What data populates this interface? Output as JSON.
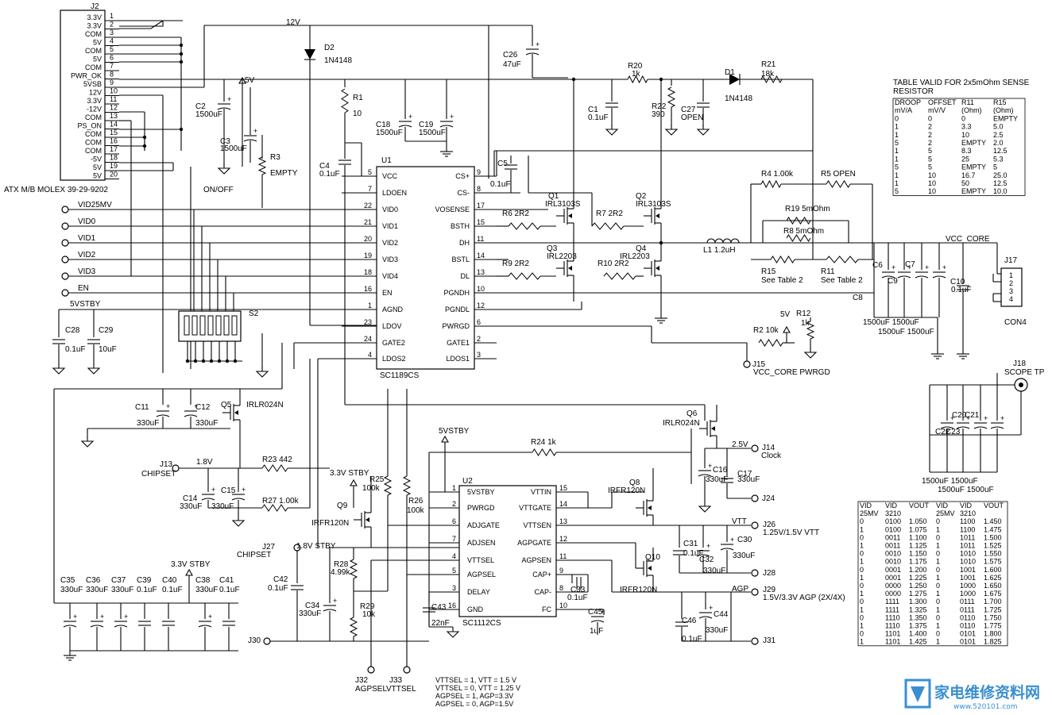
{
  "connector_j2": {
    "ref": "J2",
    "caption": "ATX M/B MOLEX 39-29-9202",
    "pins": [
      {
        "n": "1",
        "label": "3.3V"
      },
      {
        "n": "2",
        "label": "3.3V"
      },
      {
        "n": "3",
        "label": "COM"
      },
      {
        "n": "4",
        "label": "5V"
      },
      {
        "n": "5",
        "label": "COM"
      },
      {
        "n": "6",
        "label": "5V"
      },
      {
        "n": "7",
        "label": "COM"
      },
      {
        "n": "8",
        "label": "PWR_OK"
      },
      {
        "n": "9",
        "label": "5VSB"
      },
      {
        "n": "10",
        "label": "12V"
      },
      {
        "n": "11",
        "label": "3.3V"
      },
      {
        "n": "12",
        "label": "-12V"
      },
      {
        "n": "13",
        "label": "COM"
      },
      {
        "n": "14",
        "label": "PS_ON"
      },
      {
        "n": "15",
        "label": "COM"
      },
      {
        "n": "16",
        "label": "COM"
      },
      {
        "n": "17",
        "label": "COM"
      },
      {
        "n": "18",
        "label": "-5V"
      },
      {
        "n": "19",
        "label": "5V"
      },
      {
        "n": "20",
        "label": "5V"
      }
    ]
  },
  "u1": {
    "ref": "U1",
    "part": "SC1189CS",
    "left_pins": [
      {
        "n": "5",
        "label": "VCC"
      },
      {
        "n": "7",
        "label": "LDOEN"
      },
      {
        "n": "22",
        "label": "VID0"
      },
      {
        "n": "21",
        "label": "VID1"
      },
      {
        "n": "20",
        "label": "VID2"
      },
      {
        "n": "19",
        "label": "VID3"
      },
      {
        "n": "18",
        "label": "VID4"
      },
      {
        "n": "16",
        "label": "EN"
      },
      {
        "n": "1",
        "label": "AGND"
      },
      {
        "n": "23",
        "label": "LDOV"
      },
      {
        "n": "24",
        "label": "GATE2"
      },
      {
        "n": "4",
        "label": "LDOS2"
      }
    ],
    "right_pins": [
      {
        "n": "9",
        "label": "CS+"
      },
      {
        "n": "8",
        "label": "CS-"
      },
      {
        "n": "17",
        "label": "VOSENSE"
      },
      {
        "n": "15",
        "label": "BSTH"
      },
      {
        "n": "11",
        "label": "DH"
      },
      {
        "n": "14",
        "label": "BSTL"
      },
      {
        "n": "13",
        "label": "DL"
      },
      {
        "n": "10",
        "label": "PGNDH"
      },
      {
        "n": "12",
        "label": "PGNDL"
      },
      {
        "n": "6",
        "label": "PWRGD"
      },
      {
        "n": "2",
        "label": "GATE1"
      },
      {
        "n": "3",
        "label": "LDOS1"
      }
    ]
  },
  "u2": {
    "ref": "U2",
    "part": "SC1112CS",
    "left_pins": [
      {
        "n": "1",
        "label": "5VSTBY"
      },
      {
        "n": "2",
        "label": "PWRGD"
      },
      {
        "n": "6",
        "label": "ADJGATE"
      },
      {
        "n": "7",
        "label": "ADJSEN"
      },
      {
        "n": "4",
        "label": "VTTSEL"
      },
      {
        "n": "5",
        "label": "AGPSEL"
      },
      {
        "n": "3",
        "label": "DELAY"
      },
      {
        "n": "16",
        "label": "GND"
      }
    ],
    "right_pins": [
      {
        "n": "15",
        "label": "VTTIN"
      },
      {
        "n": "14",
        "label": "VTTGATE"
      },
      {
        "n": "13",
        "label": "VTTSEN"
      },
      {
        "n": "12",
        "label": "AGPGATE"
      },
      {
        "n": "11",
        "label": "AGPSEN"
      },
      {
        "n": "9",
        "label": "CAP+"
      },
      {
        "n": "8",
        "label": "CAP-"
      },
      {
        "n": "10",
        "label": "FC"
      }
    ]
  },
  "nets": {
    "v12": "12V",
    "v5": "5V",
    "v5stby_left": "5VSTBY",
    "v5stby_u2": "5VSTBY",
    "v33stby_a": "3.3V STBY",
    "v33stby_b": "3.3V STBY",
    "v18stby": "1.8V STBY",
    "v18": "1.8V",
    "v25": "2.5V",
    "vtt": "VTT",
    "agp": "AGP",
    "vcc_core": "VCC_CORE",
    "v5_pwrgd": "5V",
    "onoff": "ON/OFF",
    "s2": "S2",
    "vid25mv": "VID25MV",
    "vid0": "VID0",
    "vid1": "VID1",
    "vid2": "VID2",
    "vid3": "VID3",
    "en": "EN"
  },
  "parts": [
    {
      "id": "d2_ref",
      "text": "D2"
    },
    {
      "id": "d2_val",
      "text": "1N4148"
    },
    {
      "id": "d1_ref",
      "text": "D1"
    },
    {
      "id": "d1_val",
      "text": "1N4148"
    },
    {
      "id": "c26_ref",
      "text": "C26"
    },
    {
      "id": "c26_val",
      "text": "47uF"
    },
    {
      "id": "r20_ref",
      "text": "R20"
    },
    {
      "id": "r20_val",
      "text": "1k"
    },
    {
      "id": "r21_ref",
      "text": "R21"
    },
    {
      "id": "r21_val",
      "text": "18k"
    },
    {
      "id": "r1_ref",
      "text": "R1"
    },
    {
      "id": "r1_val",
      "text": "10"
    },
    {
      "id": "c2_ref",
      "text": "C2"
    },
    {
      "id": "c2_val",
      "text": "1500uF"
    },
    {
      "id": "c3_ref",
      "text": "C3"
    },
    {
      "id": "c3_val",
      "text": "1500uF"
    },
    {
      "id": "r3_ref",
      "text": "R3"
    },
    {
      "id": "r3_val",
      "text": "EMPTY"
    },
    {
      "id": "c18_ref",
      "text": "C18"
    },
    {
      "id": "c18_val",
      "text": "1500uF"
    },
    {
      "id": "c19_ref",
      "text": "C19"
    },
    {
      "id": "c19_val",
      "text": "1500uF"
    },
    {
      "id": "c1_ref",
      "text": "C1"
    },
    {
      "id": "c1_val",
      "text": "0.1uF"
    },
    {
      "id": "r22_ref",
      "text": "R22"
    },
    {
      "id": "r22_val",
      "text": "390"
    },
    {
      "id": "c27_ref",
      "text": "C27"
    },
    {
      "id": "c27_val",
      "text": "OPEN"
    },
    {
      "id": "c4_ref",
      "text": "C4"
    },
    {
      "id": "c4_val",
      "text": "0.1uF"
    },
    {
      "id": "c5_ref",
      "text": "C5"
    },
    {
      "id": "c5_val",
      "text": "0.1uF"
    },
    {
      "id": "q1_ref",
      "text": "Q1"
    },
    {
      "id": "q1_val",
      "text": "IRL3103S"
    },
    {
      "id": "q2_ref",
      "text": "Q2"
    },
    {
      "id": "q2_val",
      "text": "IRL3103S"
    },
    {
      "id": "q3_ref",
      "text": "Q3"
    },
    {
      "id": "q3_val",
      "text": "IRL2203"
    },
    {
      "id": "q4_ref",
      "text": "Q4"
    },
    {
      "id": "q4_val",
      "text": "IRL2203"
    },
    {
      "id": "r6",
      "text": "R6  2R2"
    },
    {
      "id": "r7",
      "text": "R7  2R2"
    },
    {
      "id": "r9",
      "text": "R9  2R2"
    },
    {
      "id": "r10",
      "text": "R10 2R2"
    },
    {
      "id": "r4",
      "text": "R4  1.00k"
    },
    {
      "id": "r5",
      "text": "R5  OPEN"
    },
    {
      "id": "r19",
      "text": "R19 5mOhm"
    },
    {
      "id": "r8",
      "text": "R8   5mOhm"
    },
    {
      "id": "l1",
      "text": "L1   1.2uH"
    },
    {
      "id": "r15_ref",
      "text": "R15"
    },
    {
      "id": "r15_val",
      "text": "See Table 2"
    },
    {
      "id": "r11_ref",
      "text": "R11"
    },
    {
      "id": "r11_val",
      "text": "See Table 2"
    },
    {
      "id": "c6",
      "text": "C6"
    },
    {
      "id": "c7",
      "text": "C7"
    },
    {
      "id": "c8",
      "text": "C8"
    },
    {
      "id": "c9",
      "text": "C9"
    },
    {
      "id": "c10_ref",
      "text": "C10"
    },
    {
      "id": "c10_val",
      "text": "0.1uF"
    },
    {
      "id": "bank1",
      "text": "1500uF  1500uF"
    },
    {
      "id": "bank2",
      "text": "1500uF   1500uF"
    },
    {
      "id": "j17",
      "text": "J17"
    },
    {
      "id": "con4",
      "text": "CON4"
    },
    {
      "id": "r12_ref",
      "text": "R12"
    },
    {
      "id": "r12_val",
      "text": "1k"
    },
    {
      "id": "r2",
      "text": "R2    10k"
    },
    {
      "id": "j15",
      "text": "J15"
    },
    {
      "id": "j15_net",
      "text": "VCC_CORE PWRGD"
    },
    {
      "id": "j18",
      "text": "J18"
    },
    {
      "id": "j18_net",
      "text": "SCOPE TP"
    },
    {
      "id": "c20",
      "text": "C20"
    },
    {
      "id": "c21",
      "text": "C21"
    },
    {
      "id": "c22",
      "text": "C22"
    },
    {
      "id": "c23",
      "text": "C23"
    },
    {
      "id": "bank3",
      "text": "1500uF  1500uF"
    },
    {
      "id": "bank4",
      "text": "1500uF   1500uF"
    },
    {
      "id": "c28_ref",
      "text": "C28"
    },
    {
      "id": "c28_val",
      "text": "0.1uF"
    },
    {
      "id": "c29_ref",
      "text": "C29"
    },
    {
      "id": "c29_val",
      "text": "10uF"
    },
    {
      "id": "c11",
      "text": "C11"
    },
    {
      "id": "c11_val",
      "text": "330uF"
    },
    {
      "id": "c12",
      "text": "C12"
    },
    {
      "id": "c12_val",
      "text": "330uF"
    },
    {
      "id": "q5_ref",
      "text": "Q5"
    },
    {
      "id": "q5_val",
      "text": "IRLR024N"
    },
    {
      "id": "q6_ref",
      "text": "Q6"
    },
    {
      "id": "q6_val",
      "text": "IRLR024N"
    },
    {
      "id": "j13",
      "text": "J13"
    },
    {
      "id": "chipset1",
      "text": "CHIPSET"
    },
    {
      "id": "r23",
      "text": "R23   442"
    },
    {
      "id": "r27",
      "text": "R27    1.00k"
    },
    {
      "id": "c14",
      "text": "C14"
    },
    {
      "id": "c14_val",
      "text": "330uF"
    },
    {
      "id": "c15",
      "text": "C15"
    },
    {
      "id": "c15_val",
      "text": "330uF"
    },
    {
      "id": "r25_ref",
      "text": "R25"
    },
    {
      "id": "r25_val",
      "text": "100k"
    },
    {
      "id": "r26_ref",
      "text": "R26"
    },
    {
      "id": "r26_val",
      "text": "100k"
    },
    {
      "id": "q9_ref",
      "text": "Q9"
    },
    {
      "id": "q9_val",
      "text": "IRFR120N"
    },
    {
      "id": "r24",
      "text": "R24    1k"
    },
    {
      "id": "q8_ref",
      "text": "Q8"
    },
    {
      "id": "q8_val",
      "text": "IRFR120N"
    },
    {
      "id": "q10_ref",
      "text": "Q10"
    },
    {
      "id": "q10_val",
      "text": "IRFR120N"
    },
    {
      "id": "j14",
      "text": "J14"
    },
    {
      "id": "clock",
      "text": "Clock"
    },
    {
      "id": "c16",
      "text": "C16"
    },
    {
      "id": "c16_val",
      "text": "330uF"
    },
    {
      "id": "c17",
      "text": "C17"
    },
    {
      "id": "c17_val",
      "text": "330uF"
    },
    {
      "id": "j24",
      "text": "J24"
    },
    {
      "id": "j26",
      "text": "J26"
    },
    {
      "id": "j26_net",
      "text": "1.25V/1.5V VTT"
    },
    {
      "id": "c31",
      "text": "C31"
    },
    {
      "id": "c31_val",
      "text": "0.1uF"
    },
    {
      "id": "c30",
      "text": "C30"
    },
    {
      "id": "c30_val",
      "text": "330uF"
    },
    {
      "id": "c32",
      "text": "C32"
    },
    {
      "id": "c32_val",
      "text": "330uF"
    },
    {
      "id": "j28",
      "text": "J28"
    },
    {
      "id": "j29",
      "text": "J29"
    },
    {
      "id": "j29_net",
      "text": "1.5V/3.3V AGP (2X/4X)"
    },
    {
      "id": "c46",
      "text": "C46"
    },
    {
      "id": "c46_val",
      "text": "0.1uF"
    },
    {
      "id": "c44",
      "text": "C44"
    },
    {
      "id": "c44_val",
      "text": "330uF"
    },
    {
      "id": "j31",
      "text": "J31"
    },
    {
      "id": "j27",
      "text": "J27"
    },
    {
      "id": "chipset2",
      "text": "CHIPSET"
    },
    {
      "id": "r28_ref",
      "text": "R28"
    },
    {
      "id": "r28_val",
      "text": "4.99k"
    },
    {
      "id": "c42",
      "text": "C42"
    },
    {
      "id": "c42_val",
      "text": "0.1uF"
    },
    {
      "id": "c34",
      "text": "C34"
    },
    {
      "id": "c34_val",
      "text": "330uF"
    },
    {
      "id": "r29_ref",
      "text": "R29"
    },
    {
      "id": "r29_val",
      "text": "10k"
    },
    {
      "id": "c43",
      "text": "C43"
    },
    {
      "id": "c43_val",
      "text": "22nF"
    },
    {
      "id": "c33",
      "text": "C33"
    },
    {
      "id": "c33_val",
      "text": "0.1uF"
    },
    {
      "id": "c45",
      "text": "C45"
    },
    {
      "id": "c45_val",
      "text": "1uF"
    },
    {
      "id": "j30",
      "text": "J30"
    },
    {
      "id": "j32",
      "text": "J32"
    },
    {
      "id": "j32_net",
      "text": "AGPSEL"
    },
    {
      "id": "j33",
      "text": "J33"
    },
    {
      "id": "j33_net",
      "text": "VTTSEL"
    },
    {
      "id": "c35",
      "text": "C35"
    },
    {
      "id": "c36",
      "text": "C36"
    },
    {
      "id": "c37",
      "text": "C37"
    },
    {
      "id": "c39",
      "text": "C39"
    },
    {
      "id": "c40",
      "text": "C40"
    },
    {
      "id": "c38",
      "text": "C38"
    },
    {
      "id": "c41",
      "text": "C41"
    },
    {
      "id": "c35_val",
      "text": "330uF"
    },
    {
      "id": "c36_val",
      "text": "330uF"
    },
    {
      "id": "c37_val",
      "text": "330uF"
    },
    {
      "id": "c39_val",
      "text": "0.1uF"
    },
    {
      "id": "c40_val",
      "text": "0.1uF"
    },
    {
      "id": "c38_val",
      "text": "330uF"
    },
    {
      "id": "c41_val",
      "text": "0.1uF"
    }
  ],
  "notes": [
    "VTTSEL = 1,  VTT = 1.5 V",
    "VTTSEL = 0,  VTT = 1.25 V",
    "AGPSEL = 1,  AGP=3.3V",
    "AGPSEL = 0,  AGP=1.5V"
  ],
  "table_droop": {
    "title": "TABLE VALID FOR 2x5mOhm SENSE RESISTOR",
    "headers": [
      "DROOP",
      "OFFSET",
      "R11",
      "R15"
    ],
    "units": [
      "mV/A",
      "mV/V",
      "(Ohm)",
      "(Ohm)"
    ],
    "rows": [
      [
        "0",
        "0",
        "0",
        "EMPTY"
      ],
      [
        "1",
        "2",
        "3.3",
        "5.0"
      ],
      [
        "1",
        "2",
        "10",
        "2.5"
      ],
      [
        "5",
        "2",
        "EMPTY",
        "2.0"
      ],
      [
        "1",
        "5",
        "8.3",
        "12.5"
      ],
      [
        "1",
        "5",
        "25",
        "5.3"
      ],
      [
        "5",
        "5",
        "EMPTY",
        "5"
      ],
      [
        "1",
        "10",
        "16.7",
        "25.0"
      ],
      [
        "1",
        "10",
        "50",
        "12.5"
      ],
      [
        "5",
        "10",
        "EMPTY",
        "10.0"
      ]
    ]
  },
  "table_vid": {
    "headers": [
      "VID",
      "VID",
      "VOUT",
      "VID",
      "VID",
      "VOUT"
    ],
    "subheaders": [
      "25MV",
      "3210",
      "",
      "25MV",
      "3210",
      ""
    ],
    "rows": [
      [
        "0",
        "0100",
        "1.050",
        "0",
        "1100",
        "1.450"
      ],
      [
        "1",
        "0100",
        "1.075",
        "1",
        "1100",
        "1.475"
      ],
      [
        "0",
        "0011",
        "1.100",
        "0",
        "1011",
        "1.500"
      ],
      [
        "1",
        "0011",
        "1.125",
        "1",
        "1011",
        "1.525"
      ],
      [
        "0",
        "0010",
        "1.150",
        "0",
        "1010",
        "1.550"
      ],
      [
        "1",
        "0010",
        "1.175",
        "1",
        "1010",
        "1.575"
      ],
      [
        "0",
        "0001",
        "1.200",
        "0",
        "1001",
        "1.600"
      ],
      [
        "1",
        "0001",
        "1.225",
        "1",
        "1001",
        "1.625"
      ],
      [
        "0",
        "0000",
        "1.250",
        "0",
        "1000",
        "1.650"
      ],
      [
        "1",
        "0000",
        "1.275",
        "1",
        "1000",
        "1.675"
      ],
      [
        "0",
        "1111",
        "1.300",
        "0",
        "0111",
        "1.700"
      ],
      [
        "1",
        "1111",
        "1.325",
        "1",
        "0111",
        "1.725"
      ],
      [
        "0",
        "1110",
        "1.350",
        "0",
        "0110",
        "1.750"
      ],
      [
        "1",
        "1110",
        "1.375",
        "1",
        "0110",
        "1.775"
      ],
      [
        "0",
        "1101",
        "1.400",
        "0",
        "0101",
        "1.800"
      ],
      [
        "1",
        "1101",
        "1.425",
        "1",
        "0101",
        "1.825"
      ]
    ]
  },
  "watermark": {
    "chars": "家电维修资料网",
    "url": "www.520101.com"
  }
}
